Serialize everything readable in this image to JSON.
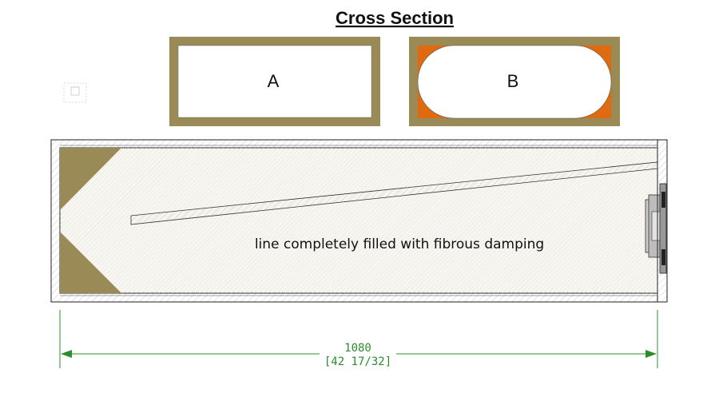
{
  "title": "Cross Section",
  "sections": {
    "a": "A",
    "b": "B"
  },
  "enclosure": {
    "note": "line completely filled with fibrous damping"
  },
  "dimension": {
    "value": "1080",
    "imperial": "[42 17/32]"
  },
  "colors": {
    "wall": "#9a8a55",
    "corner_fill": "#e06a10",
    "dimension": "#2e8b2e",
    "outline": "#222222",
    "hatch": "#cfcfcf"
  }
}
